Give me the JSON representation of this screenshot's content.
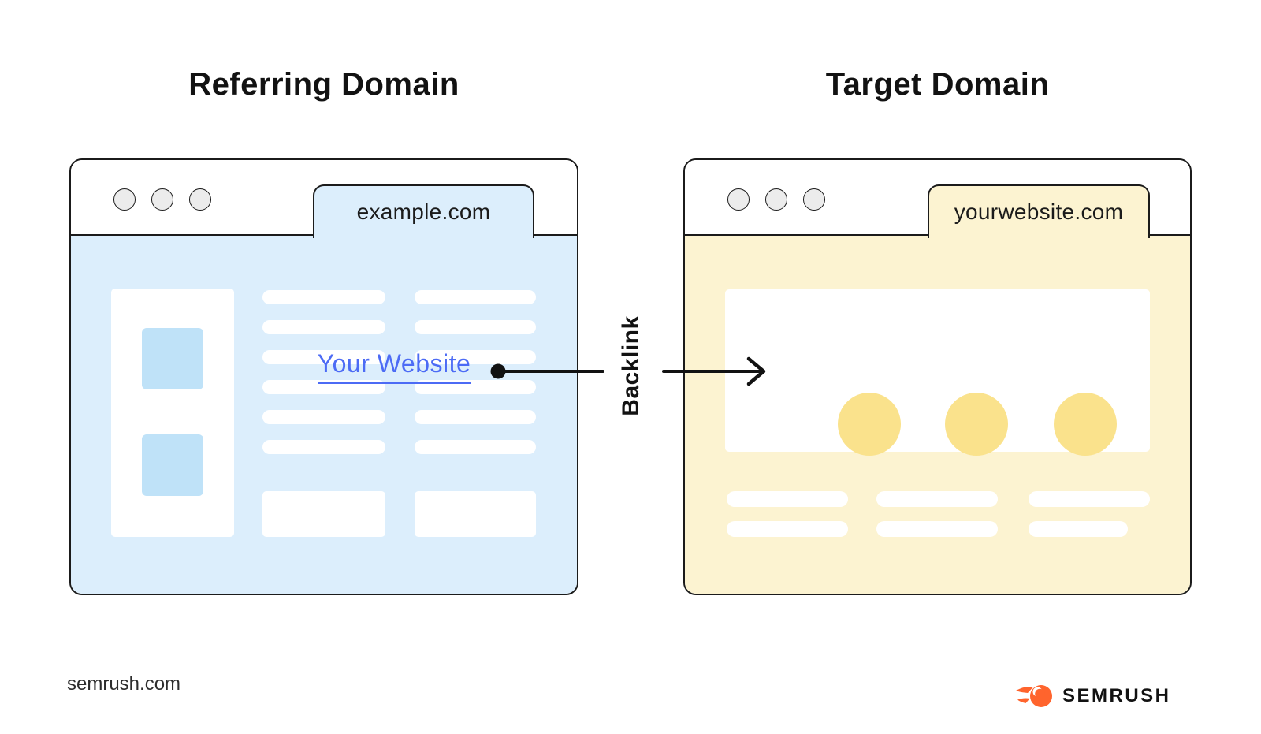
{
  "diagram": {
    "left": {
      "title": "Referring Domain",
      "tab_label": "example.com",
      "link_text": "Your Website"
    },
    "right": {
      "title": "Target Domain",
      "tab_label": "yourwebsite.com"
    },
    "connector_label": "Backlink"
  },
  "footer": {
    "source": "semrush.com",
    "brand": "SEMRUSH"
  },
  "colors": {
    "ink": "#1b1b1b",
    "referring_fill": "#dceefc",
    "referring_accent": "#bfe2f8",
    "target_fill": "#fcf3d1",
    "target_accent": "#fae28c",
    "link_blue": "#4c6bf5",
    "brand_orange": "#ff642d",
    "window_dot_fill": "#ececec"
  }
}
